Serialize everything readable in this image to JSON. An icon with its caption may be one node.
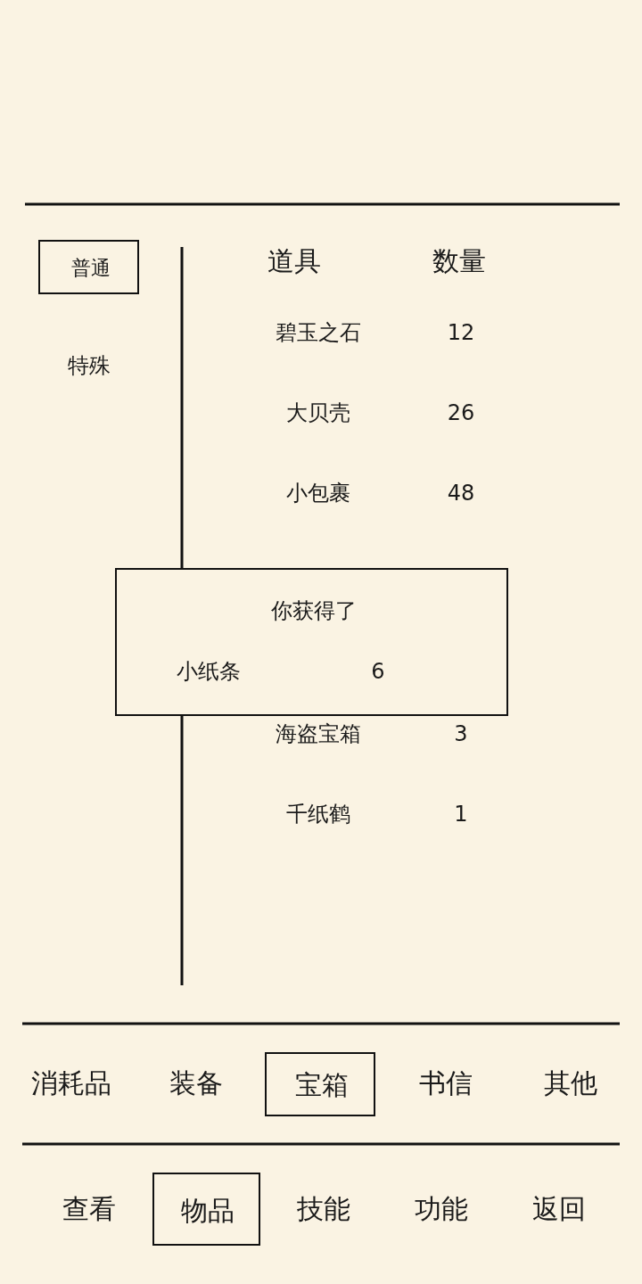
{
  "diagram": {
    "nodes": [
      {
        "text": [
          "普通"
        ]
      },
      {
        "text": [
          "你获得了",
          "小纸条",
          "6"
        ]
      },
      {
        "text": [
          "宝箱"
        ]
      },
      {
        "text": [
          "物品"
        ]
      }
    ],
    "labels": [
      "道具",
      "数量",
      "碧玉之石",
      "12",
      "特殊",
      "大贝壳",
      "26",
      "小包裹",
      "48",
      "海盗宝箱",
      "3",
      "千纸鹤",
      "1",
      "消耗品",
      "装备",
      "书信",
      "其他",
      "查看",
      "技能",
      "功能",
      "返回"
    ]
  }
}
